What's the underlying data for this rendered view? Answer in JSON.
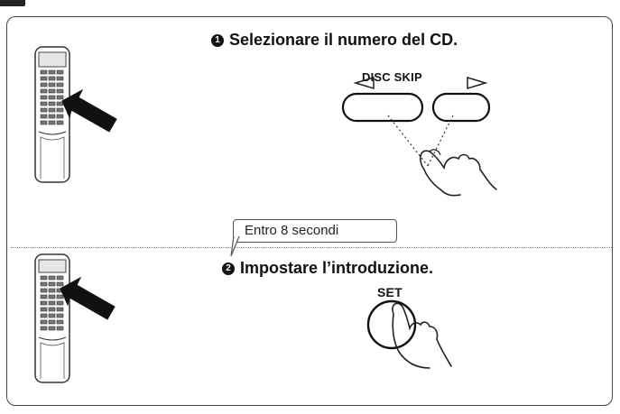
{
  "step1": {
    "number": "1",
    "text": "Selezionare il numero del CD."
  },
  "step2": {
    "number": "2",
    "text": "Impostare l’introduzione."
  },
  "disc_skip_label": "DISC SKIP",
  "set_label": "SET",
  "callout_text": "Entro 8 secondi",
  "colors": {
    "ink": "#111111",
    "border": "#444444",
    "divider": "#8a8a8a"
  },
  "icons": [
    "remote-control-icon",
    "pointing-arrow-icon",
    "hand-icon",
    "left-triangle-icon",
    "right-triangle-icon"
  ]
}
